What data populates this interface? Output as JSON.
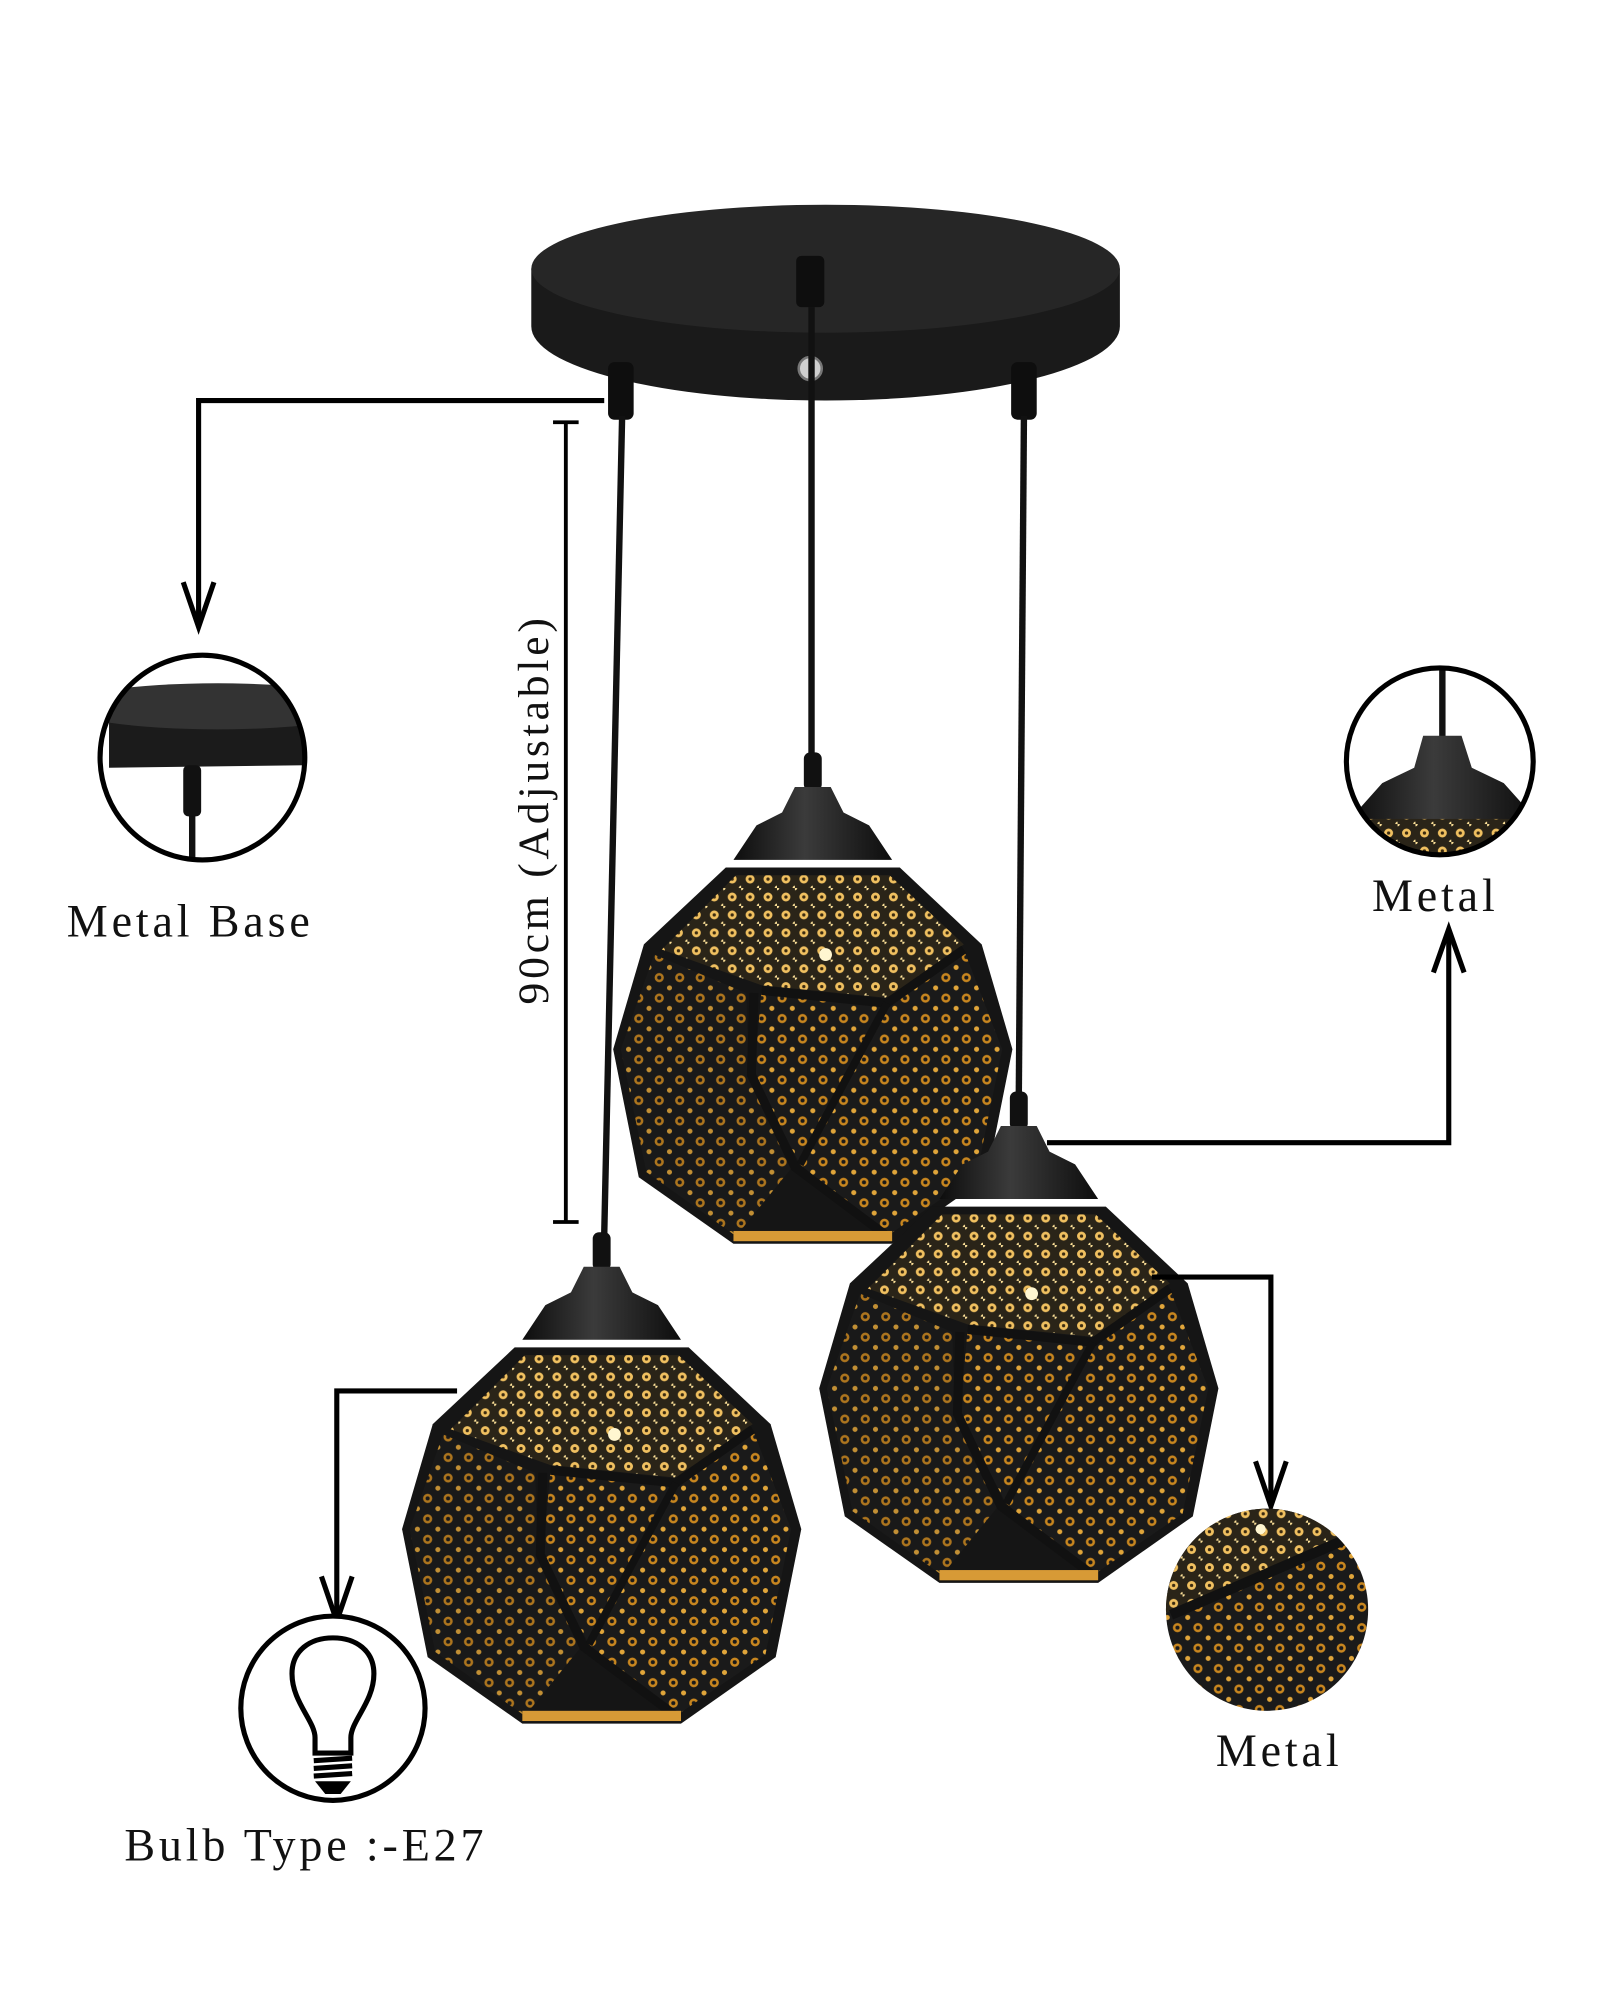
{
  "labels": {
    "metal_base": "Metal Base",
    "metal_top": "Metal",
    "metal_bottom": "Metal",
    "bulb_type": "Bulb Type :-E27",
    "length": "90cm (Adjustable)"
  },
  "icons": [
    "light-bulb-icon",
    "arrow-down-icon",
    "arrow-up-icon"
  ],
  "colors": {
    "metal": "#1c1c1c",
    "glow": "#d99a2b",
    "glow_light": "#f6d27a",
    "line": "#000000"
  }
}
